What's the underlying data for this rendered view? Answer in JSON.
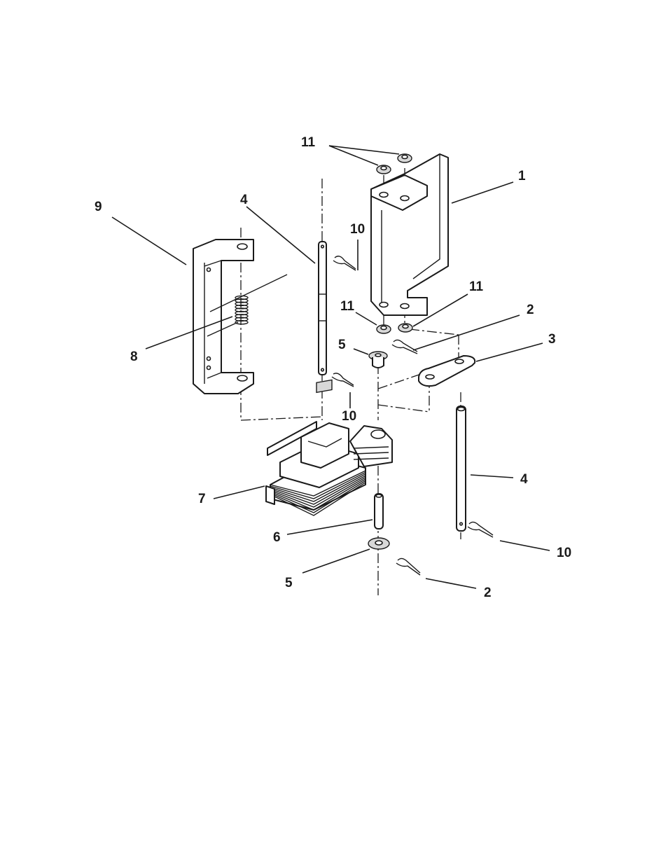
{
  "diagram": {
    "callouts": [
      {
        "id": "c11a",
        "label": "11"
      },
      {
        "id": "c1",
        "label": "1"
      },
      {
        "id": "c9",
        "label": "9"
      },
      {
        "id": "c4a",
        "label": "4"
      },
      {
        "id": "c10a",
        "label": "10"
      },
      {
        "id": "c11b",
        "label": "11"
      },
      {
        "id": "c11c",
        "label": "11"
      },
      {
        "id": "c2a",
        "label": "2"
      },
      {
        "id": "c5a",
        "label": "5"
      },
      {
        "id": "c3",
        "label": "3"
      },
      {
        "id": "c8",
        "label": "8"
      },
      {
        "id": "c10b",
        "label": "10"
      },
      {
        "id": "c4b",
        "label": "4"
      },
      {
        "id": "c7",
        "label": "7"
      },
      {
        "id": "c6",
        "label": "6"
      },
      {
        "id": "c10c",
        "label": "10"
      },
      {
        "id": "c5b",
        "label": "5"
      },
      {
        "id": "c2b",
        "label": "2"
      }
    ]
  }
}
